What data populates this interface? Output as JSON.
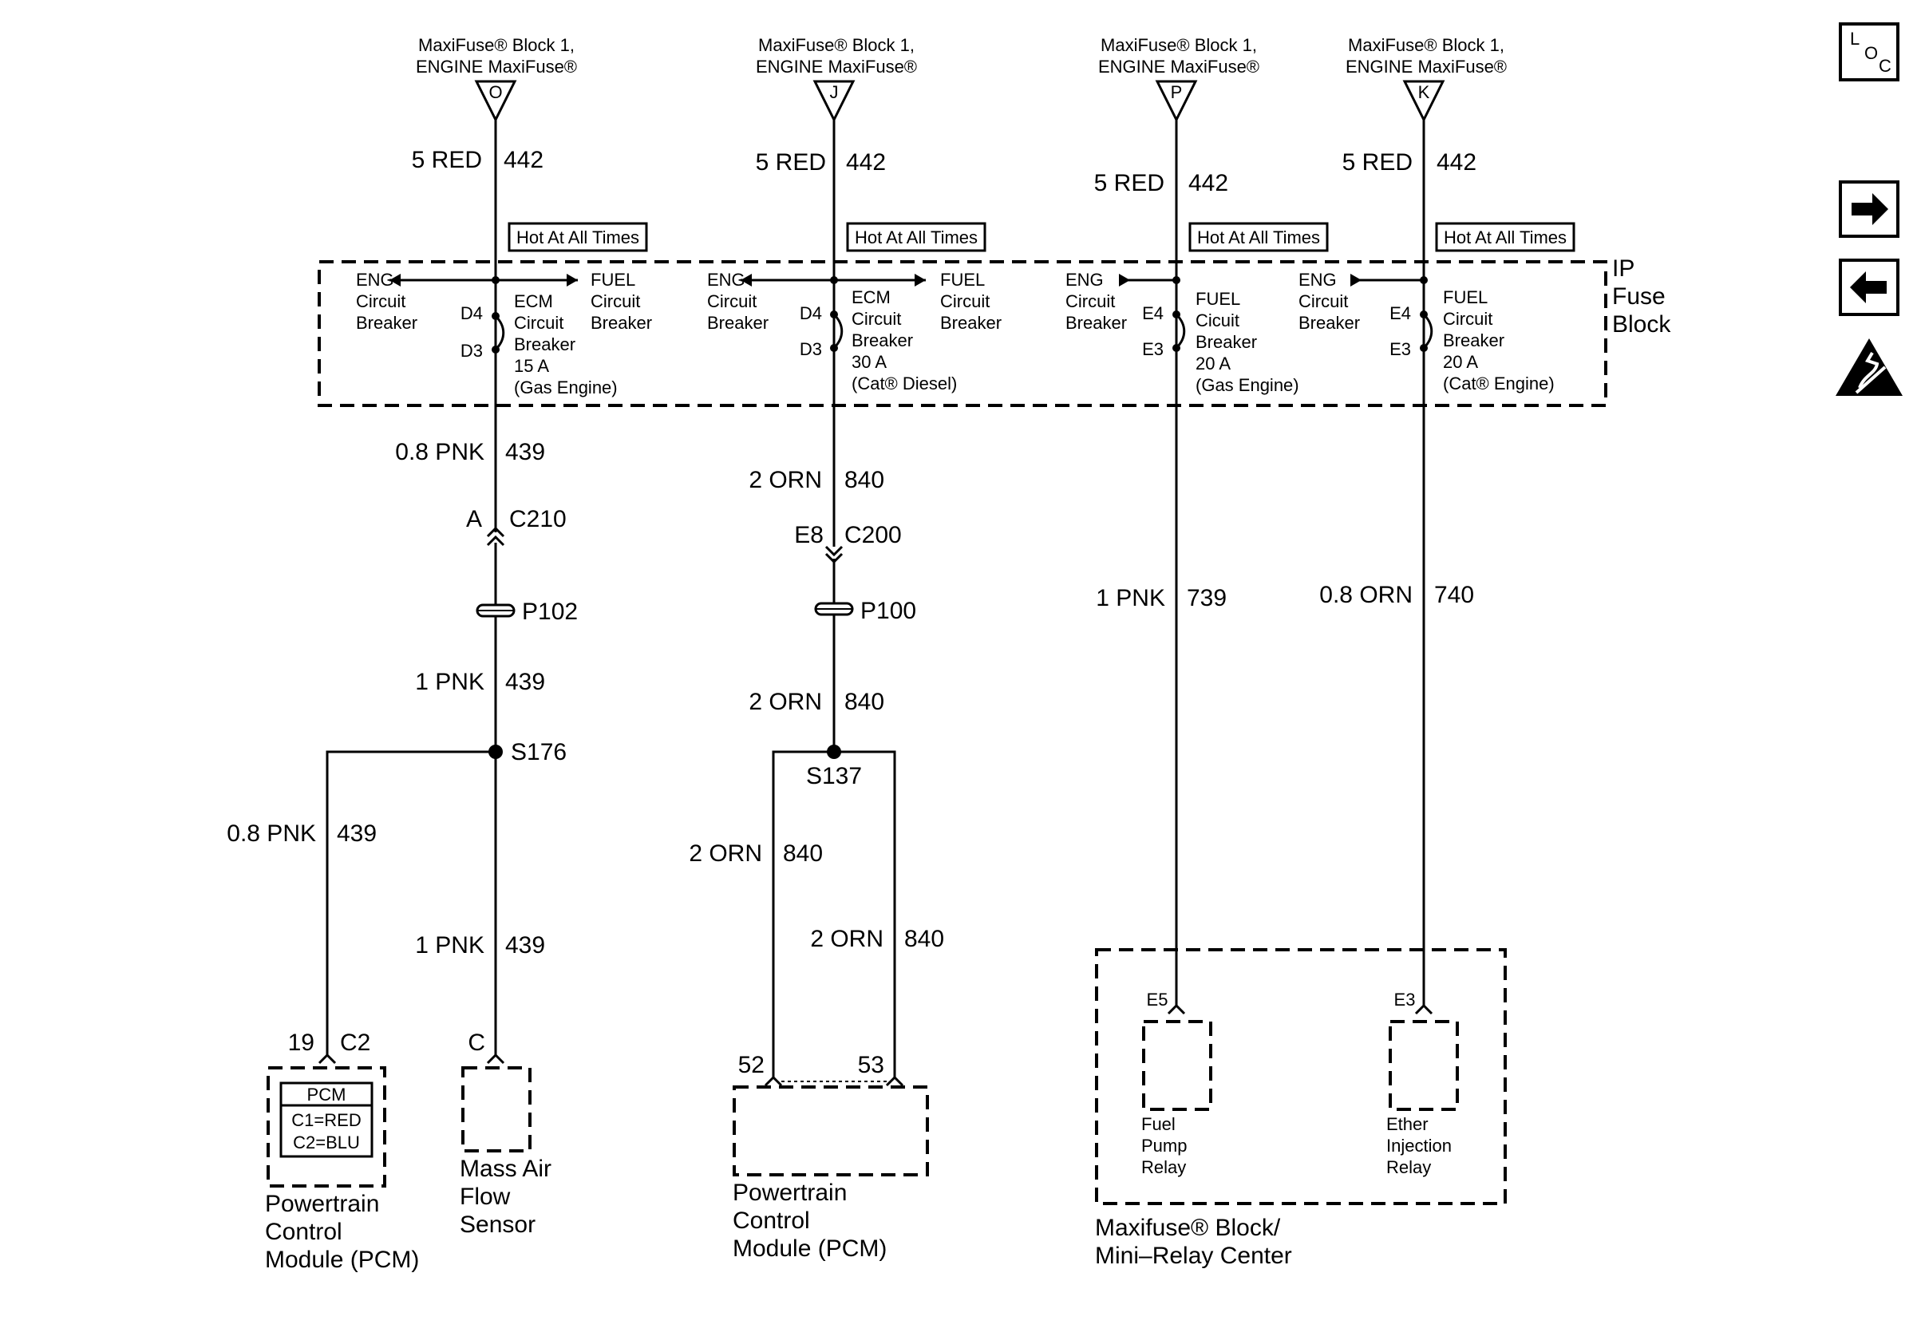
{
  "sources": [
    {
      "line1": "MaxiFuse® Block 1,",
      "line2": "ENGINE MaxiFuse®",
      "pin": "O"
    },
    {
      "line1": "MaxiFuse® Block 1,",
      "line2": "ENGINE MaxiFuse®",
      "pin": "J"
    },
    {
      "line1": "MaxiFuse® Block 1,",
      "line2": "ENGINE MaxiFuse®",
      "pin": "P"
    },
    {
      "line1": "MaxiFuse® Block 1,",
      "line2": "ENGINE MaxiFuse®",
      "pin": "K"
    }
  ],
  "hot_label": "Hot At All Times",
  "ip_fuse_block": {
    "line1": "IP",
    "line2": "Fuse",
    "line3": "Block"
  },
  "breakers": [
    {
      "eng": [
        "ENG",
        "Circuit",
        "Breaker"
      ],
      "fuel": [
        "FUEL",
        "Circuit",
        "Breaker"
      ],
      "name": [
        "ECM",
        "Circuit",
        "Breaker",
        "15 A",
        "(Gas Engine)"
      ],
      "pin_top": "D4",
      "pin_bot": "D3"
    },
    {
      "eng": [
        "ENG",
        "Circuit",
        "Breaker"
      ],
      "fuel": [
        "FUEL",
        "Circuit",
        "Breaker"
      ],
      "name": [
        "ECM",
        "Circuit",
        "Breaker",
        "30 A",
        "(Cat® Diesel)"
      ],
      "pin_top": "D4",
      "pin_bot": "D3"
    },
    {
      "eng": [
        "ENG",
        "Circuit",
        "Breaker"
      ],
      "name": [
        "FUEL",
        "Cicuit",
        "Breaker",
        "20 A",
        "(Gas Engine)"
      ],
      "pin_top": "E4",
      "pin_bot": "E3"
    },
    {
      "eng": [
        "ENG",
        "Circuit",
        "Breaker"
      ],
      "name": [
        "FUEL",
        "Circuit",
        "Breaker",
        "20 A",
        "(Cat® Engine)"
      ],
      "pin_top": "E4",
      "pin_bot": "E3"
    }
  ],
  "wires": {
    "w1": {
      "size": "5 RED",
      "ckt": "442"
    },
    "w2": {
      "size": "5 RED",
      "ckt": "442"
    },
    "w3": {
      "size": "5 RED",
      "ckt": "442"
    },
    "w4": {
      "size": "5 RED",
      "ckt": "442"
    },
    "w5": {
      "size": "0.8 PNK",
      "ckt": "439"
    },
    "w6": {
      "size": "1 PNK",
      "ckt": "439"
    },
    "w7": {
      "size": "0.8 PNK",
      "ckt": "439"
    },
    "w8": {
      "size": "1 PNK",
      "ckt": "439"
    },
    "w9": {
      "size": "2 ORN",
      "ckt": "840"
    },
    "w10": {
      "size": "2 ORN",
      "ckt": "840"
    },
    "w11": {
      "size": "2 ORN",
      "ckt": "840"
    },
    "w12": {
      "size": "2 ORN",
      "ckt": "840"
    },
    "w13": {
      "size": "1 PNK",
      "ckt": "739"
    },
    "w14": {
      "size": "0.8 ORN",
      "ckt": "740"
    }
  },
  "connectors": {
    "c210": {
      "pin": "A",
      "id": "C210"
    },
    "c200": {
      "pin": "E8",
      "id": "C200"
    },
    "p102": "P102",
    "p100": "P100",
    "s176": "S176",
    "s137": "S137"
  },
  "pcm1": {
    "pin": "19",
    "conn": "C2",
    "inner_title": "PCM",
    "inner_c1": "C1=RED",
    "inner_c2": "C2=BLU",
    "name": [
      "Powertrain",
      "Control",
      "Module (PCM)"
    ]
  },
  "maf": {
    "pin": "C",
    "name": [
      "Mass Air",
      "Flow",
      "Sensor"
    ]
  },
  "pcm2": {
    "pin_a": "52",
    "pin_b": "53",
    "name": [
      "Powertrain",
      "Control",
      "Module (PCM)"
    ]
  },
  "relay_center": {
    "name": [
      "Maxifuse® Block/",
      "Mini–Relay Center"
    ],
    "fuel_pump": {
      "pin": "E5",
      "name": [
        "Fuel",
        "Pump",
        "Relay"
      ]
    },
    "ether": {
      "pin": "E3",
      "name": [
        "Ether",
        "Injection",
        "Relay"
      ]
    }
  },
  "side_icons": {
    "loc_l": "L",
    "loc_o": "O",
    "loc_c": "C",
    "next": "arrow-right-icon",
    "prev": "arrow-left-icon",
    "esd": "esd-warning-icon"
  }
}
